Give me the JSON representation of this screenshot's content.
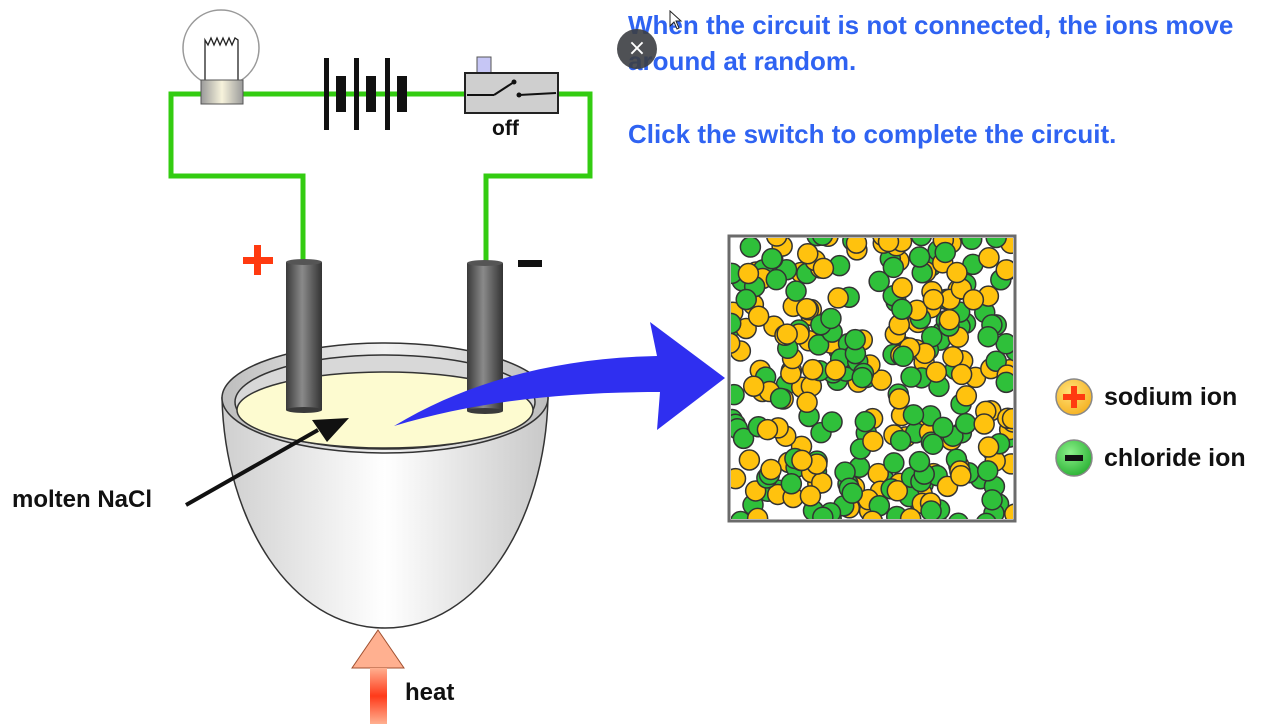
{
  "instructions": {
    "line1": "When the circuit is not connected, the ions move around at random.",
    "line2": "Click the switch to complete the circuit."
  },
  "close_button": {
    "icon": "close-icon",
    "glyph": "×"
  },
  "circuit": {
    "switch_state_label": "off",
    "positive_sign": "+",
    "negative_sign": "−"
  },
  "labels": {
    "electrolyte": "molten NaCl",
    "heat": "heat"
  },
  "legend": {
    "sodium": {
      "label": "sodium ion",
      "sign": "+",
      "color": "#ffc20e"
    },
    "chloride": {
      "label": "chloride ion",
      "sign": "−",
      "color": "#2fc03a"
    }
  },
  "colors": {
    "wire": "#33cc11",
    "instruction_text": "#2f63f2",
    "zoom_arrow": "#2f2ff0",
    "electrolyte": "#fdfbd0",
    "positive": "#ff3a10",
    "sodium": "#ffc20e",
    "chloride": "#2fc03a"
  },
  "ion_box": {
    "state": "random motion",
    "ion_count": 320
  }
}
